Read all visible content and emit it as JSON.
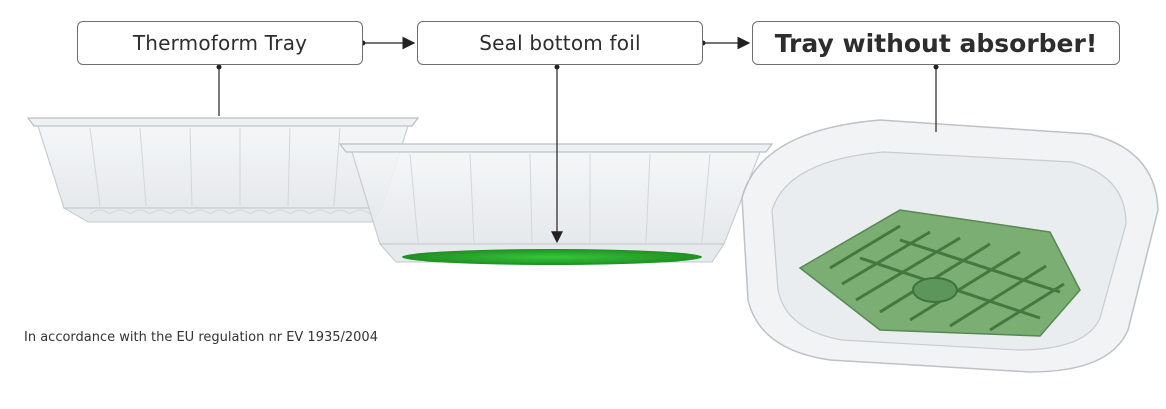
{
  "steps": [
    {
      "label": "Thermoform Tray"
    },
    {
      "label": "Seal bottom foil"
    },
    {
      "label": "Tray without absorber!"
    }
  ],
  "footer": {
    "note": "In accordance with the EU regulation nr EV 1935/2004"
  },
  "colors": {
    "box_border": "#6f6f6f",
    "connector": "#222222",
    "foil_green": "#3fa43a",
    "absorber_green": "#5f9a55",
    "tray_outline": "#b9bfc4"
  }
}
